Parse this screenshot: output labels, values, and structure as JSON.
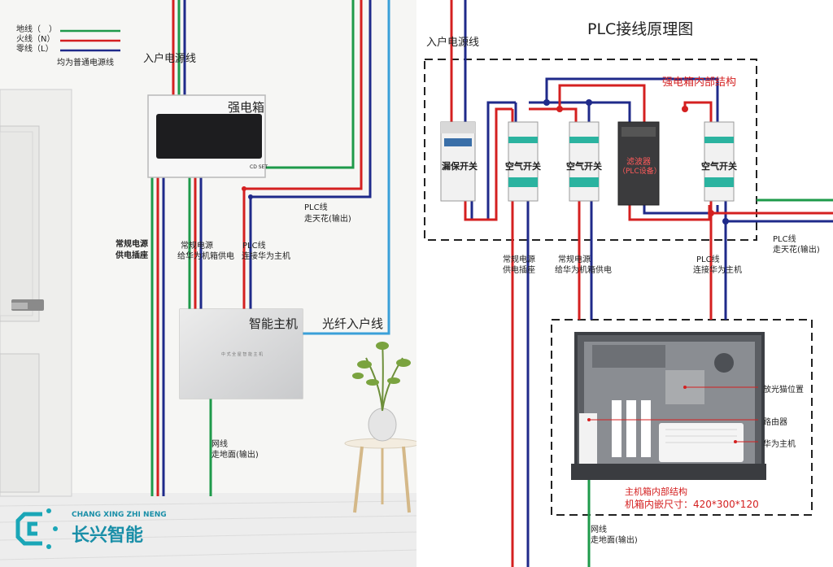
{
  "left": {
    "legend": [
      {
        "label": "地线（　）",
        "color": "#1e9a4a"
      },
      {
        "label": "火线（N）",
        "color": "#d42020"
      },
      {
        "label": "零线（L）",
        "color": "#1f2a8a"
      }
    ],
    "legend_note": "均为普通电源线",
    "power_in": "入户电源线",
    "strong_box": "强电箱",
    "strong_box_tag": "CD SET",
    "plc_out": [
      "PLC线",
      "走天花(输出)"
    ],
    "socket": [
      "常规电源",
      "供电插座"
    ],
    "huawei_power": [
      "常规电源",
      "给华为机箱供电"
    ],
    "plc_to_host": [
      "PLC线",
      "连接华为主机"
    ],
    "host": "智能主机",
    "host_inner": "中 式 全 屋 智 能 主 机",
    "fiber": "光纤入户线",
    "net_out": [
      "网线",
      "走地面(输出)"
    ],
    "brand_en": "CHANG XING ZHI NENG",
    "brand_cn": "长兴智能"
  },
  "right": {
    "title": "PLC接线原理图",
    "power_in": "入户电源线",
    "box_title": "强电箱内部结构",
    "leakage": "漏保开关",
    "air1": "空气开关",
    "air2": "空气开关",
    "filter": [
      "滤波器",
      "（PLC设备）"
    ],
    "air3": "空气开关",
    "plc_out": [
      "PLC线",
      "走天花(输出)"
    ],
    "socket": [
      "常规电源",
      "供电插座"
    ],
    "huawei_power": [
      "常规电源",
      "给华为机箱供电"
    ],
    "plc_to_host": [
      "PLC线",
      "连接华为主机"
    ],
    "modem": "放光猫位置",
    "router": "路由器",
    "huawei_host": "华为主机",
    "host_box_title": "主机箱内部结构",
    "host_box_size": "机箱内嵌尺寸：420*300*120",
    "net_out": [
      "网线",
      "走地面(输出)"
    ]
  },
  "colors": {
    "earth": "#1e9a4a",
    "live": "#d42020",
    "neutral": "#1f2a8a",
    "fiber": "#3aa0d8"
  }
}
